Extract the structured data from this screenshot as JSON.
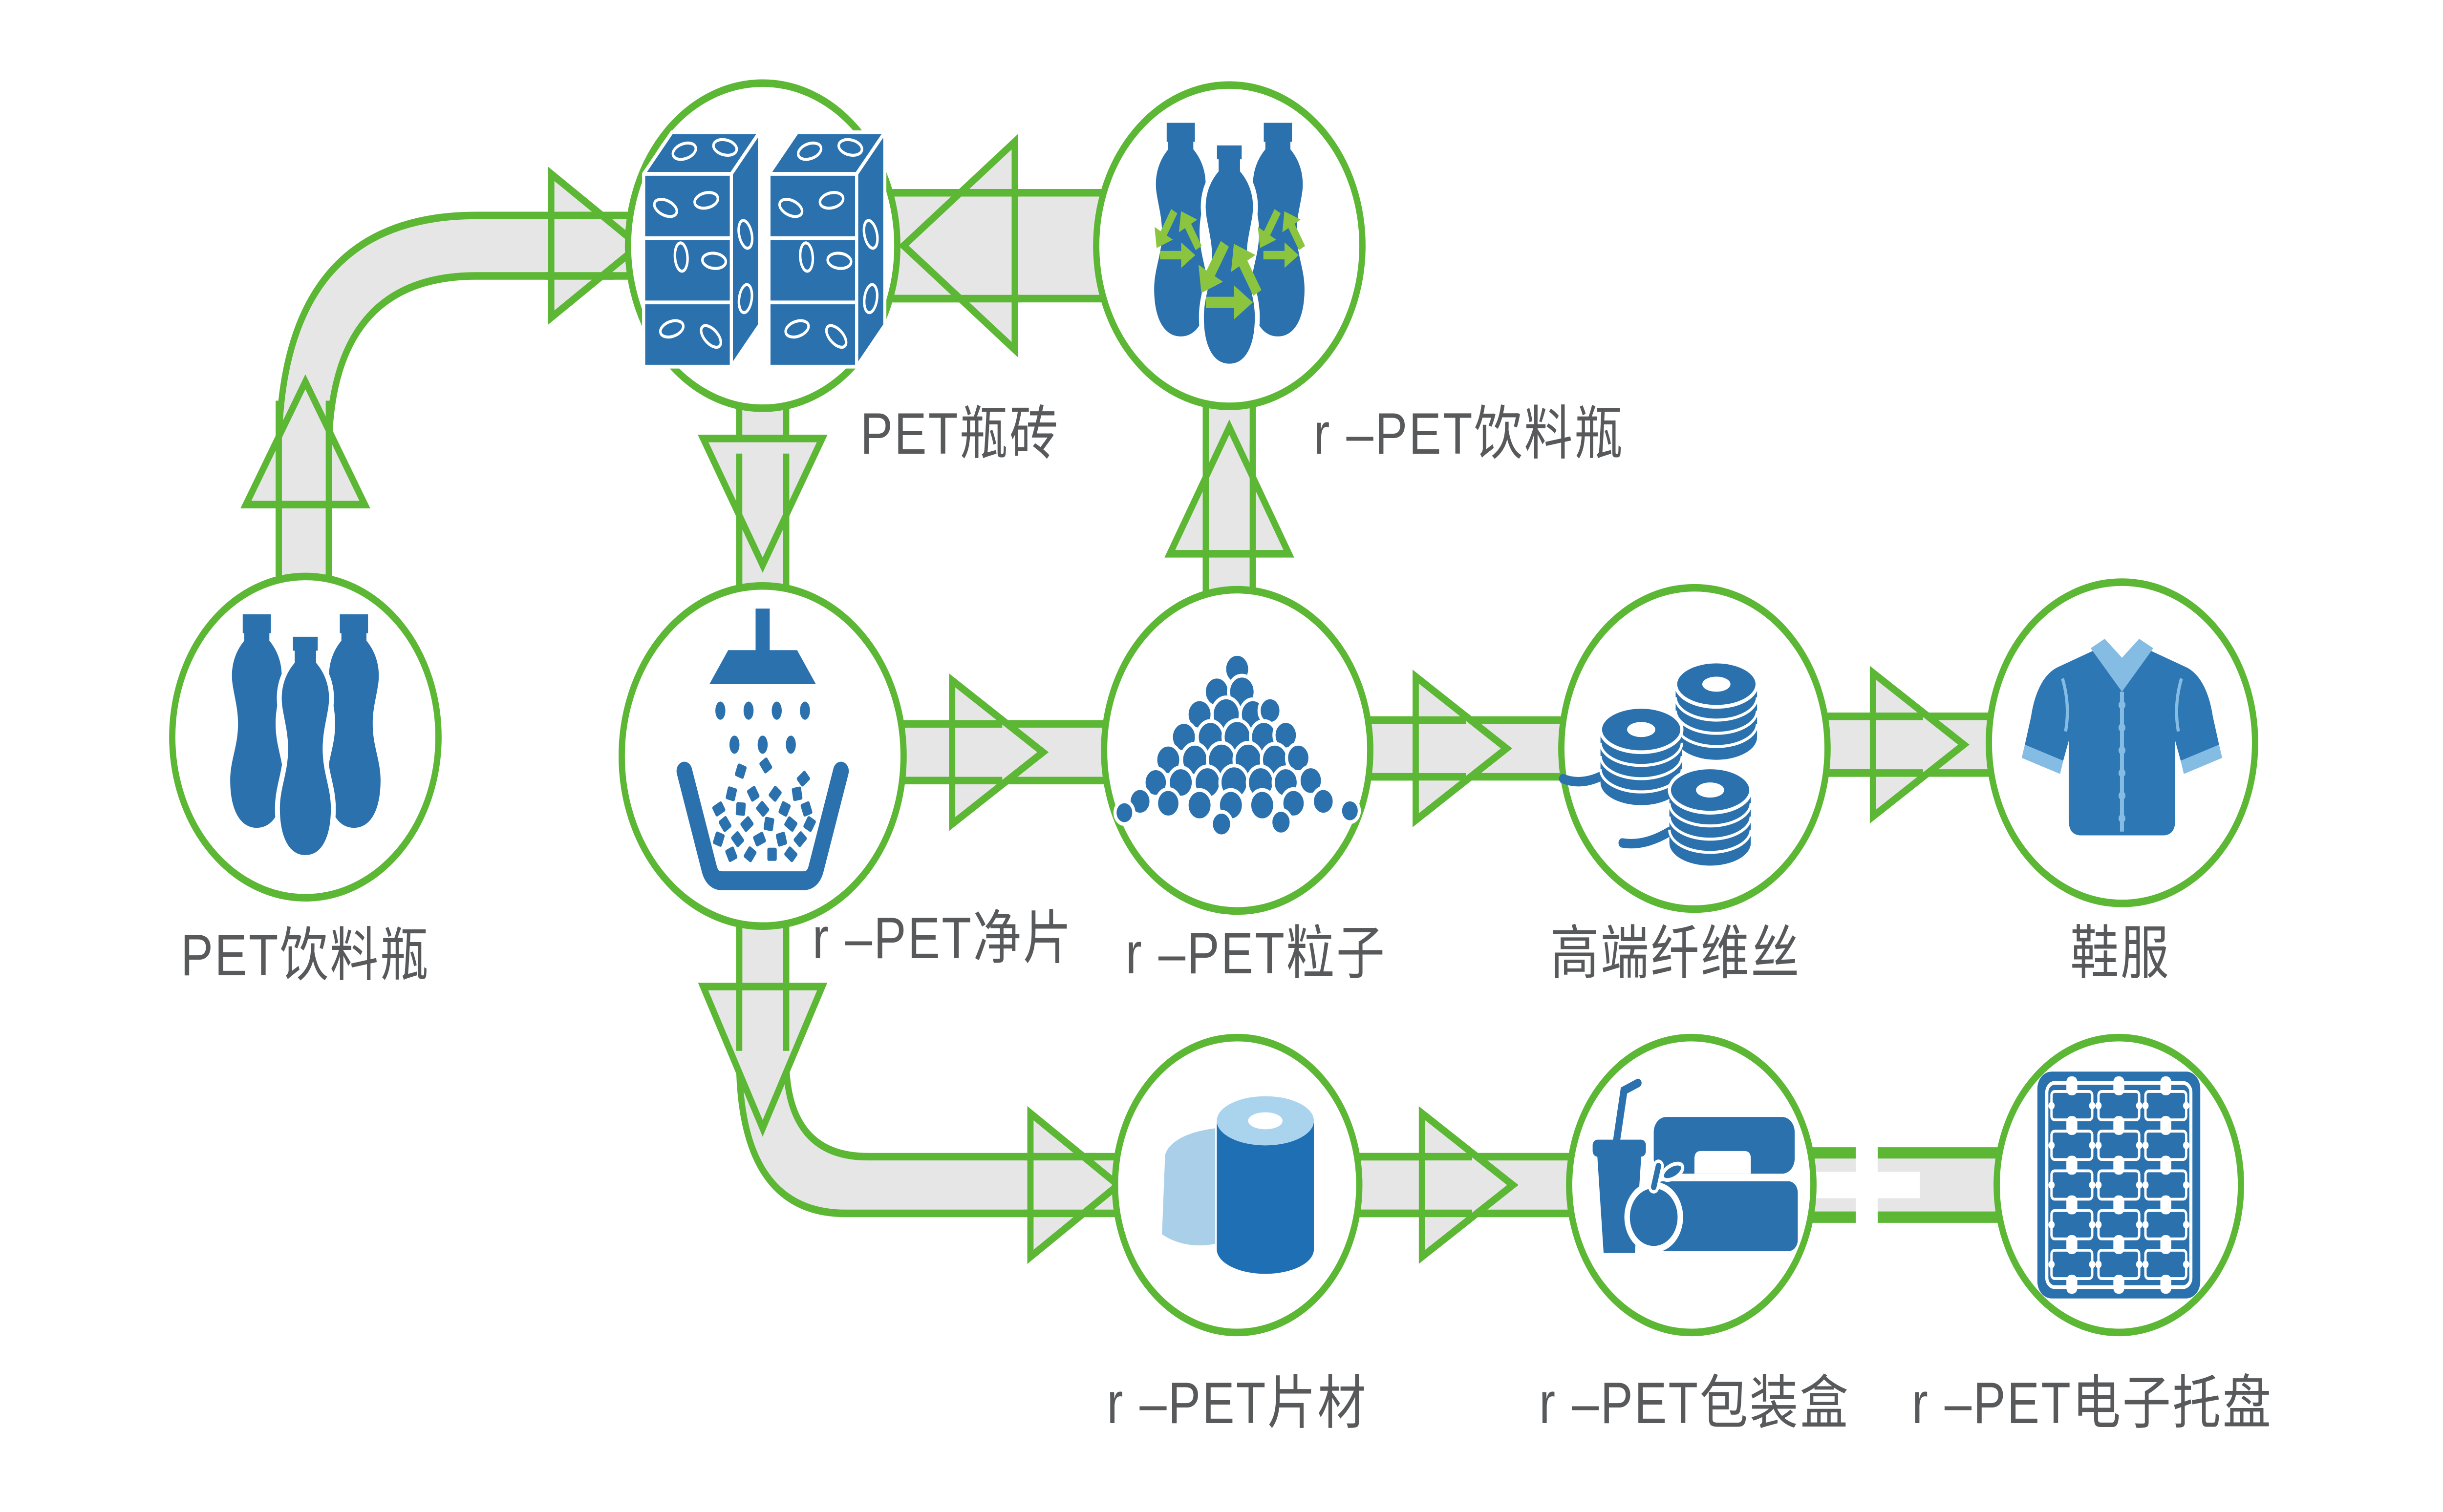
{
  "diagram": {
    "colors": {
      "accent_green": "#5cb734",
      "arrow_fill": "#e6e6e6",
      "icon_blue": "#2a71ae",
      "icon_blue_light": "#85bce4",
      "icon_blue_pale": "#aad4ee",
      "recycle_green": "#8bc53f",
      "label_text": "#58595b",
      "background": "#ffffff"
    },
    "nodes": [
      {
        "id": "pet-bottles",
        "label": "PET饮料瓶",
        "icon": "pet-bottles-icon"
      },
      {
        "id": "pet-bale",
        "label": "PET瓶砖",
        "icon": "pet-bale-icon"
      },
      {
        "id": "rpet-bottles",
        "label": "r –PET饮料瓶",
        "icon": "rpet-bottles-recycle-icon"
      },
      {
        "id": "rpet-flakes",
        "label": "r –PET净片",
        "icon": "washing-flakes-icon"
      },
      {
        "id": "rpet-pellets",
        "label": "r –PET粒子",
        "icon": "pellets-pile-icon"
      },
      {
        "id": "fiber",
        "label": "高端纤维丝",
        "icon": "fiber-spools-icon"
      },
      {
        "id": "apparel",
        "label": "鞋服",
        "icon": "shirt-icon"
      },
      {
        "id": "rpet-sheet",
        "label": "r –PET片材",
        "icon": "sheet-roll-icon"
      },
      {
        "id": "rpet-box",
        "label": "r –PET包装盒",
        "icon": "packaging-box-icon"
      },
      {
        "id": "rpet-tray",
        "label": "r –PET电子托盘",
        "icon": "electronics-tray-icon"
      }
    ],
    "connector": {
      "plus": "+"
    }
  }
}
